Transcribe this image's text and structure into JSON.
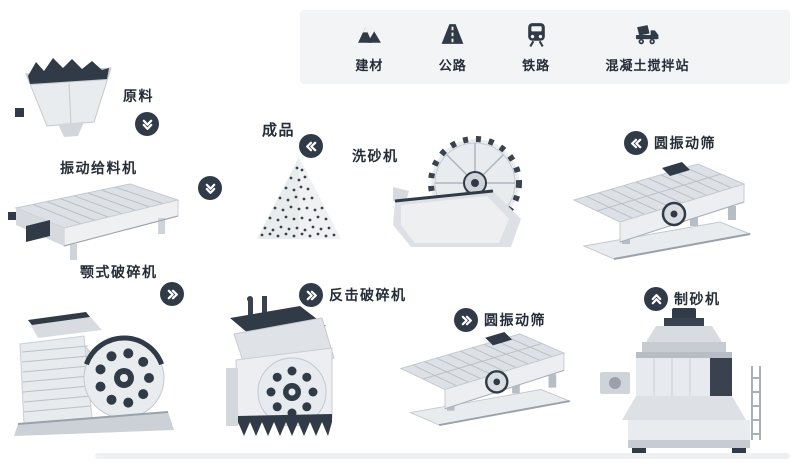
{
  "colors": {
    "dark": "#313b47",
    "light": "#e9ecef",
    "mid": "#c7ccd3",
    "legend_bg": "#f2f4f6",
    "label_text": "#262d38"
  },
  "legend": {
    "items": [
      {
        "label": "建材",
        "icon": "building-materials-icon"
      },
      {
        "label": "公路",
        "icon": "highway-icon"
      },
      {
        "label": "铁路",
        "icon": "railway-icon"
      },
      {
        "label": "混凝土搅拌站",
        "icon": "concrete-mixing-plant-icon"
      }
    ]
  },
  "flow": {
    "raw_material": {
      "label": "原料",
      "arrow": "down"
    },
    "vibrating_feeder": {
      "label": "振动给料机",
      "arrow": "down"
    },
    "finished_product": {
      "label": "成品",
      "arrow": "left"
    },
    "sand_washer": {
      "label": "洗砂机"
    },
    "circular_screen_top": {
      "label": "圆振动筛",
      "arrow": "left"
    },
    "jaw_crusher": {
      "label": "颚式破碎机",
      "arrow": "right"
    },
    "impact_crusher": {
      "label": "反击破碎机",
      "arrow": "right"
    },
    "circular_screen_bottom": {
      "label": "圆振动筛",
      "arrow": "right"
    },
    "sand_maker": {
      "label": "制砂机",
      "arrow": "up"
    }
  }
}
